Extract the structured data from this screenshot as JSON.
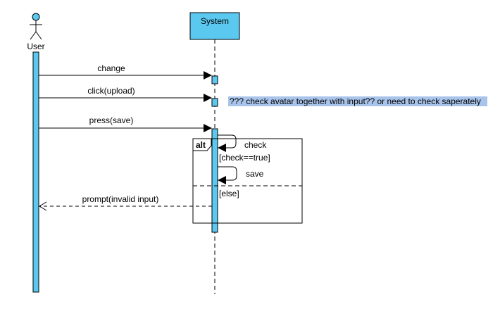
{
  "diagram": {
    "type": "sequence",
    "participants": {
      "user": {
        "label": "User",
        "kind": "actor"
      },
      "system": {
        "label": "System",
        "kind": "box",
        "fill": "#5bc8f0"
      }
    },
    "messages": [
      {
        "label": "change",
        "from": "user",
        "to": "system",
        "style": "sync"
      },
      {
        "label": "click(upload)",
        "from": "user",
        "to": "system",
        "style": "sync"
      },
      {
        "label": "press(save)",
        "from": "user",
        "to": "system",
        "style": "sync"
      },
      {
        "label": "check",
        "from": "system",
        "to": "system",
        "style": "self"
      },
      {
        "label": "save",
        "from": "system",
        "to": "system",
        "style": "self"
      },
      {
        "label": "prompt(invalid input)",
        "from": "system",
        "to": "user",
        "style": "return"
      }
    ],
    "fragment": {
      "operator": "alt",
      "guards": [
        "[check==true]",
        "[else]"
      ]
    },
    "note": {
      "text": "??? check avatar together with input?? or need to check saperately",
      "fill": "#a9c4eb"
    },
    "colors": {
      "activation": "#5bc8f0",
      "line": "#000000"
    }
  }
}
